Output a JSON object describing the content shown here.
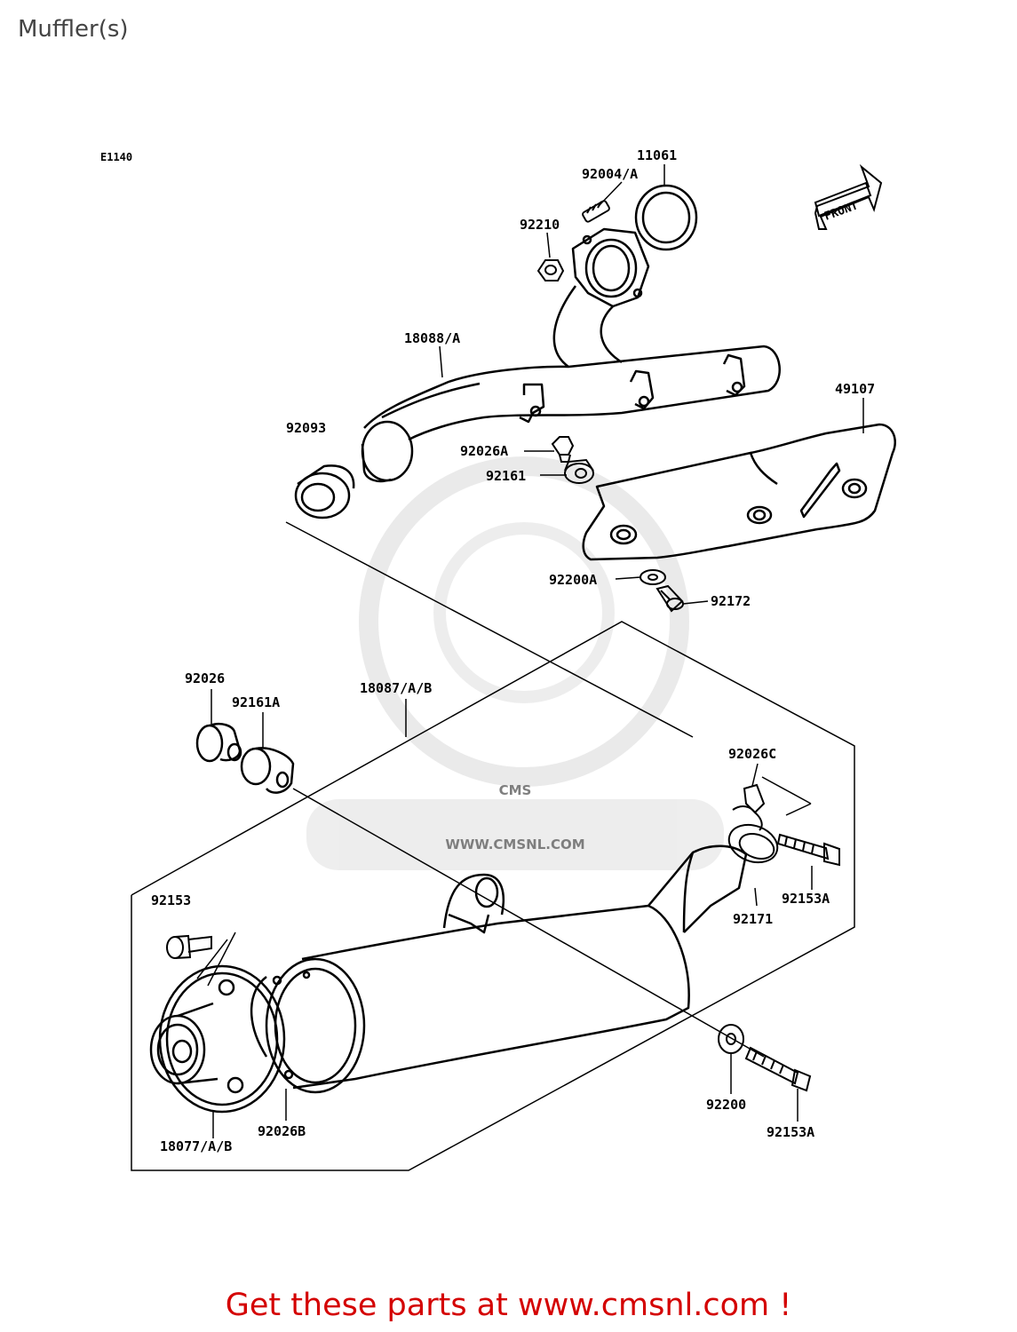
{
  "page": {
    "title": "Muffler(s)",
    "cta": "Get these parts at www.cmsnl.com !"
  },
  "diagram": {
    "code": "E1140",
    "front_label": "FRONT",
    "watermark": {
      "brand": "CMS",
      "url": "WWW.CMSNL.COM"
    },
    "parts": [
      {
        "id": "11061",
        "label": "11061"
      },
      {
        "id": "92004/A",
        "label": "92004/A"
      },
      {
        "id": "92210",
        "label": "92210"
      },
      {
        "id": "18088/A",
        "label": "18088/A"
      },
      {
        "id": "49107",
        "label": "49107"
      },
      {
        "id": "92093",
        "label": "92093"
      },
      {
        "id": "92026A",
        "label": "92026A"
      },
      {
        "id": "92161",
        "label": "92161"
      },
      {
        "id": "92200A",
        "label": "92200A"
      },
      {
        "id": "92172",
        "label": "92172"
      },
      {
        "id": "92026",
        "label": "92026"
      },
      {
        "id": "92161A",
        "label": "92161A"
      },
      {
        "id": "18087/A/B",
        "label": "18087/A/B"
      },
      {
        "id": "92026C",
        "label": "92026C"
      },
      {
        "id": "92153",
        "label": "92153"
      },
      {
        "id": "92153A",
        "label": "92153A"
      },
      {
        "id": "92171",
        "label": "92171"
      },
      {
        "id": "92200",
        "label": "92200"
      },
      {
        "id": "92153A-2",
        "label": "92153A"
      },
      {
        "id": "18077/A/B",
        "label": "18077/A/B"
      },
      {
        "id": "92026B",
        "label": "92026B"
      }
    ]
  }
}
